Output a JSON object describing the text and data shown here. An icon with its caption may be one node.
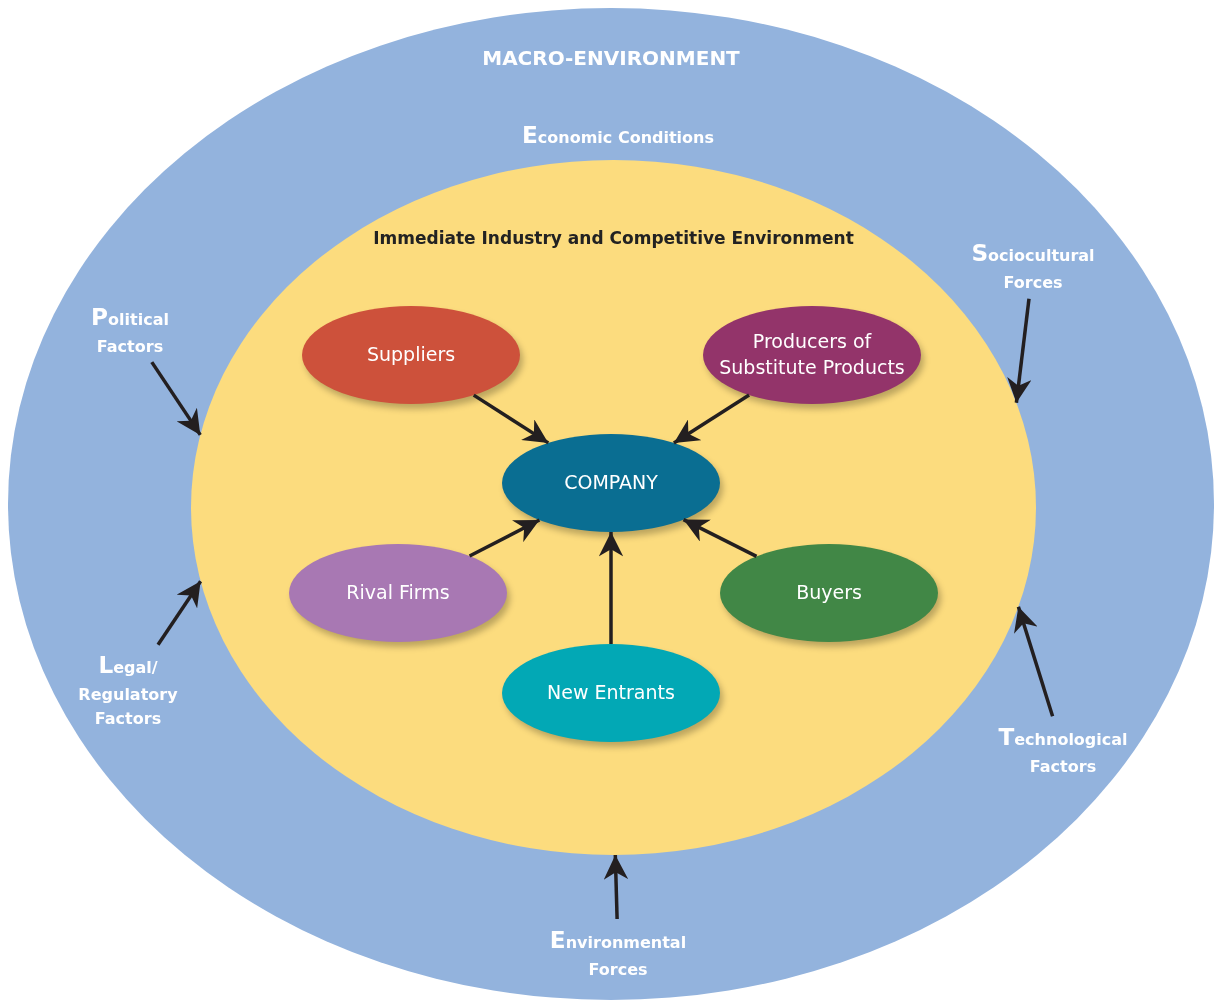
{
  "diagram": {
    "nodes": [
      {
        "text": [
          "MACRO-ENVIRONMENT"
        ]
      },
      {
        "text": [
          "Immediate Industry and Competitive Environment"
        ],
        "in": 0
      },
      {
        "text": [
          "Suppliers"
        ],
        "in": 1
      },
      {
        "text": [
          "Producers of Substitute Products"
        ],
        "in": 1
      },
      {
        "text": [
          "COMPANY"
        ],
        "in": 1
      },
      {
        "text": [
          "Rival Firms"
        ],
        "in": 1
      },
      {
        "text": [
          "Buyers"
        ],
        "in": 1
      },
      {
        "text": [
          "New Entrants"
        ],
        "in": 1
      },
      {
        "text": [
          "Political Factors"
        ],
        "in": 0
      },
      {
        "text": [
          "Sociocultural Forces"
        ],
        "in": 0
      },
      {
        "text": [
          "Legal/ Regulatory Factors"
        ],
        "in": 0
      },
      {
        "text": [
          "Technological Factors"
        ],
        "in": 0
      },
      {
        "text": [
          "Environmental Forces"
        ],
        "in": 0
      }
    ],
    "edges": [
      {
        "from": 2,
        "to": 4,
        "arrow": "to"
      },
      {
        "from": 3,
        "to": 4,
        "arrow": "to"
      },
      {
        "from": 5,
        "to": 4,
        "arrow": "to"
      },
      {
        "from": 7,
        "to": 4,
        "arrow": "to"
      },
      {
        "from": 6,
        "to": 4,
        "arrow": "to"
      },
      {
        "from": 8,
        "to": 1,
        "arrow": "to"
      },
      {
        "from": 9,
        "to": 1,
        "arrow": "to"
      },
      {
        "from": 10,
        "to": 1,
        "arrow": "to"
      },
      {
        "from": 11,
        "to": 1,
        "arrow": "to"
      },
      {
        "from": 12,
        "to": 1,
        "arrow": "to"
      }
    ],
    "labels": [
      "Economic Conditions"
    ]
  }
}
